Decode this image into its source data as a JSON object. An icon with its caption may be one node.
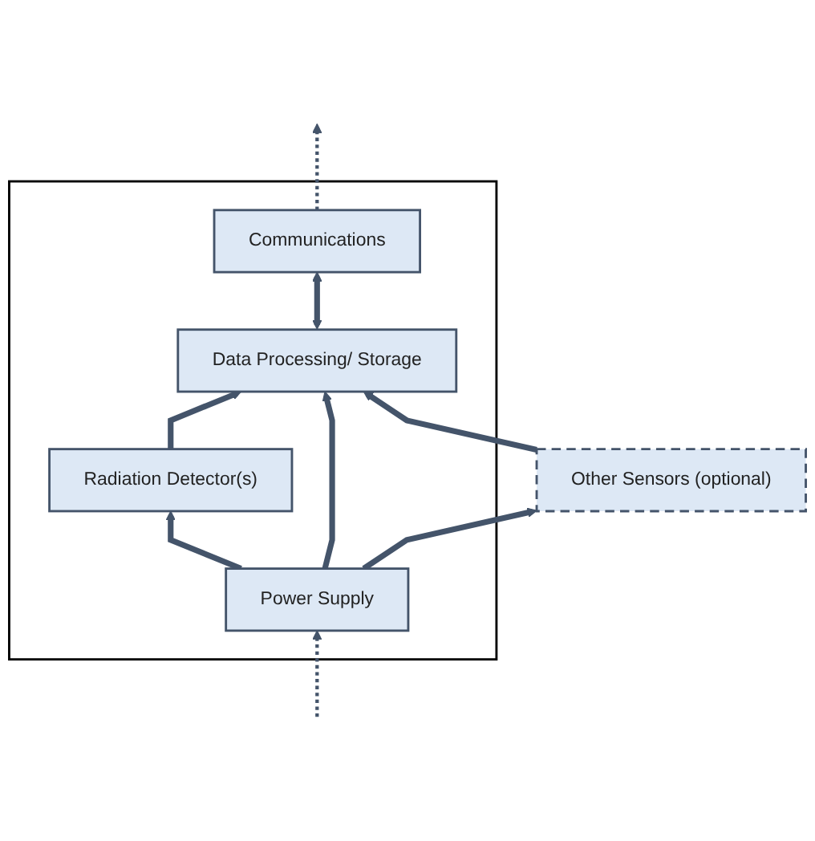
{
  "diagram": {
    "nodes": [
      {
        "text": [],
        "shape": "box"
      },
      {
        "text": [
          "Radiation Detector(s)"
        ],
        "in": 0
      },
      {
        "text": [
          "Communications"
        ],
        "in": 0
      },
      {
        "text": [
          "Data Processing/ Storage"
        ],
        "in": 0
      },
      {
        "text": [
          "Power Supply"
        ],
        "in": 0
      },
      {
        "text": [
          "Other Sensors (optional)"
        ]
      }
    ],
    "edges": [
      {
        "from": 2,
        "to": null,
        "arrow": "to",
        "style": "dashed"
      },
      {
        "from": 3,
        "to": 2,
        "arrow": "both"
      },
      {
        "from": 1,
        "to": 3,
        "arrow": "to"
      },
      {
        "from": 5,
        "to": 3,
        "arrow": "to"
      },
      {
        "from": 4,
        "to": 1,
        "arrow": "to"
      },
      {
        "from": 4,
        "to": 3,
        "arrow": "to"
      },
      {
        "from": 4,
        "to": 5,
        "arrow": "to"
      },
      {
        "from": null,
        "to": 4,
        "arrow": "to",
        "style": "dashed"
      }
    ]
  }
}
